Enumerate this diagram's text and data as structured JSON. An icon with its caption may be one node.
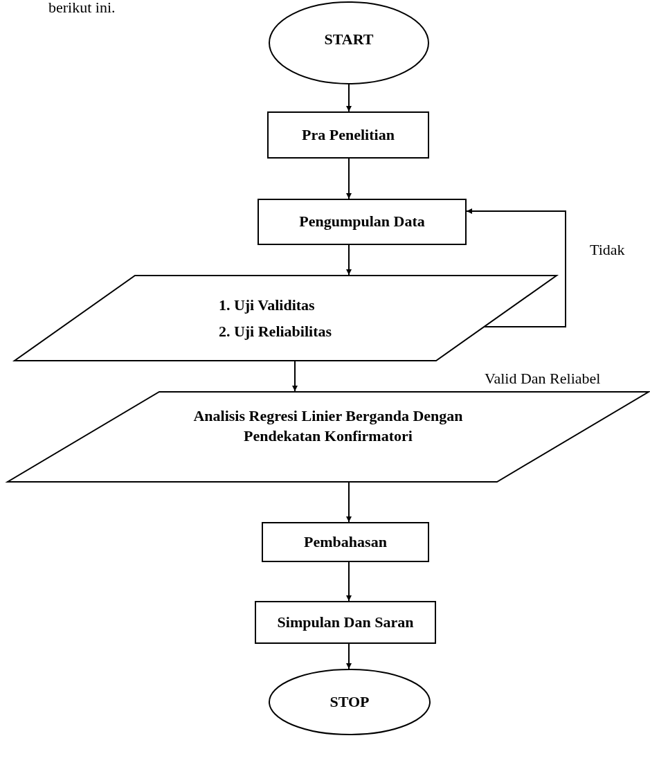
{
  "diagram": {
    "nodes": [
      {
        "text": [
          "START"
        ]
      },
      {
        "text": [
          "Pra Penelitian"
        ]
      },
      {
        "text": [
          "Pengumpulan Data"
        ]
      },
      {
        "text": [
          "1. Uji Validitas",
          "2. Uji Reliabilitas"
        ]
      },
      {
        "text": [
          "Analisis Regresi Linier Berganda Dengan Pendekatan Konfirmatori"
        ]
      },
      {
        "text": [
          "Pembahasan"
        ]
      },
      {
        "text": [
          "Simpulan Dan Saran"
        ]
      },
      {
        "text": [
          "STOP"
        ]
      }
    ],
    "edges": [
      {
        "from": 0,
        "to": 1,
        "arrow": "to"
      },
      {
        "from": 1,
        "to": 2,
        "arrow": "to"
      },
      {
        "from": 2,
        "to": 3,
        "arrow": "to"
      },
      {
        "from": 3,
        "to": 2,
        "arrow": "to",
        "label": "Tidak"
      },
      {
        "from": 3,
        "to": 4,
        "arrow": "to"
      },
      {
        "from": 4,
        "to": 5,
        "arrow": "to"
      },
      {
        "from": 5,
        "to": 6,
        "arrow": "to"
      },
      {
        "from": 6,
        "to": 7,
        "arrow": "to"
      }
    ],
    "labels": [
      "berikut ini.",
      "Valid Dan Reliabel"
    ]
  }
}
